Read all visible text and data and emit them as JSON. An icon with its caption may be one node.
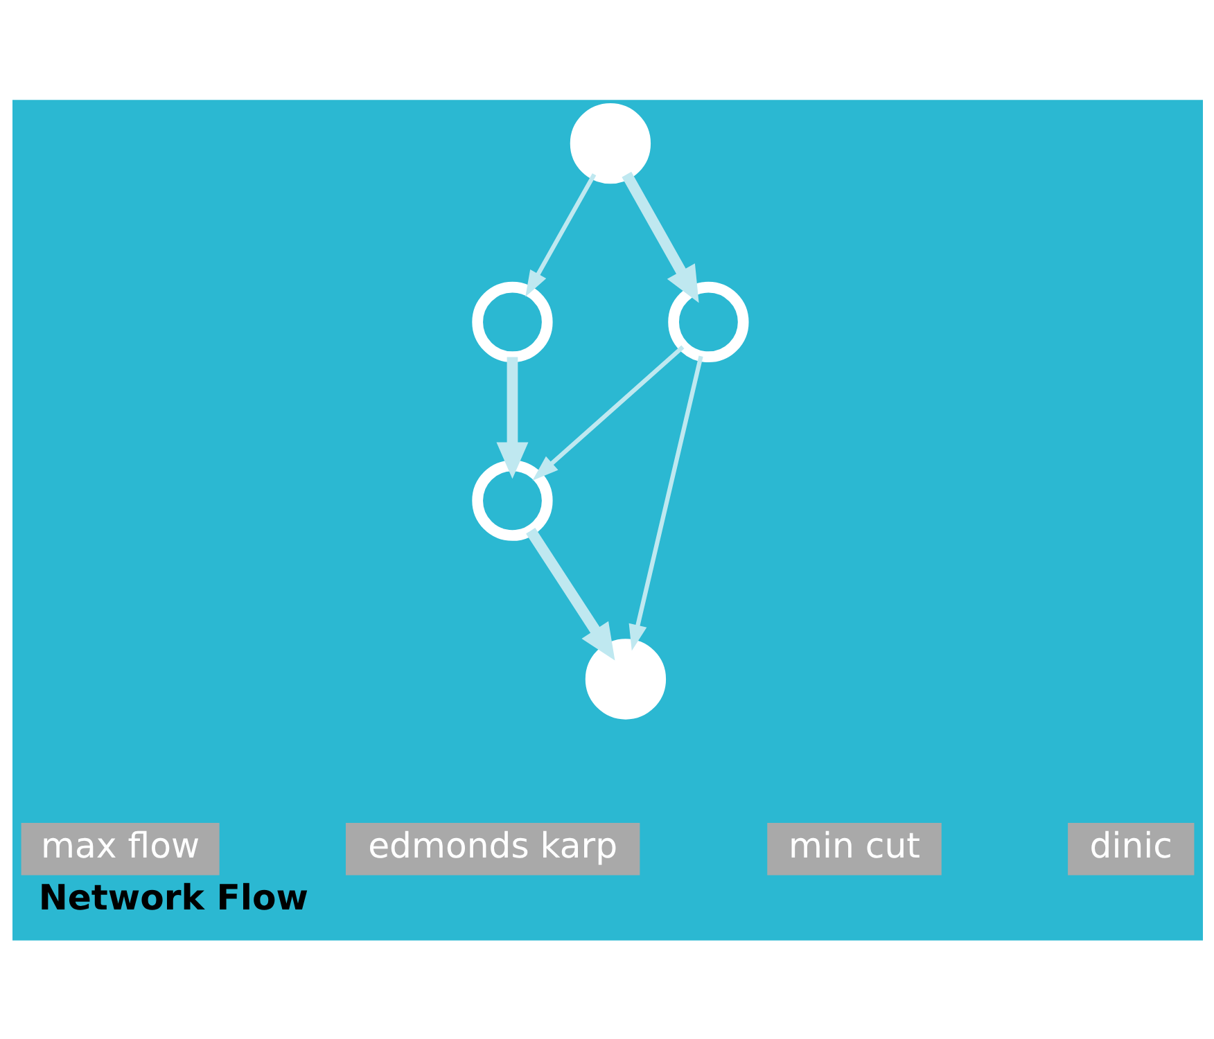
{
  "diagram": {
    "title": "Network Flow",
    "nodes": [
      {
        "text": [],
        "shape": "circle"
      },
      {
        "text": [],
        "shape": "circle"
      },
      {
        "text": [],
        "shape": "circle"
      },
      {
        "text": [],
        "shape": "circle"
      },
      {
        "text": [],
        "shape": "circle"
      }
    ],
    "edges": [
      {
        "from": 0,
        "to": 2,
        "arrow": "to",
        "style": "thick"
      },
      {
        "from": 0,
        "to": 1,
        "arrow": "to"
      },
      {
        "from": 2,
        "to": 4,
        "arrow": "to"
      },
      {
        "from": 2,
        "to": 3,
        "arrow": "to"
      },
      {
        "from": 1,
        "to": 3,
        "arrow": "to",
        "style": "thick"
      },
      {
        "from": 3,
        "to": 4,
        "arrow": "to",
        "style": "thick"
      }
    ],
    "labels": [
      "max flow",
      "edmonds karp",
      "min cut",
      "dinic"
    ]
  }
}
